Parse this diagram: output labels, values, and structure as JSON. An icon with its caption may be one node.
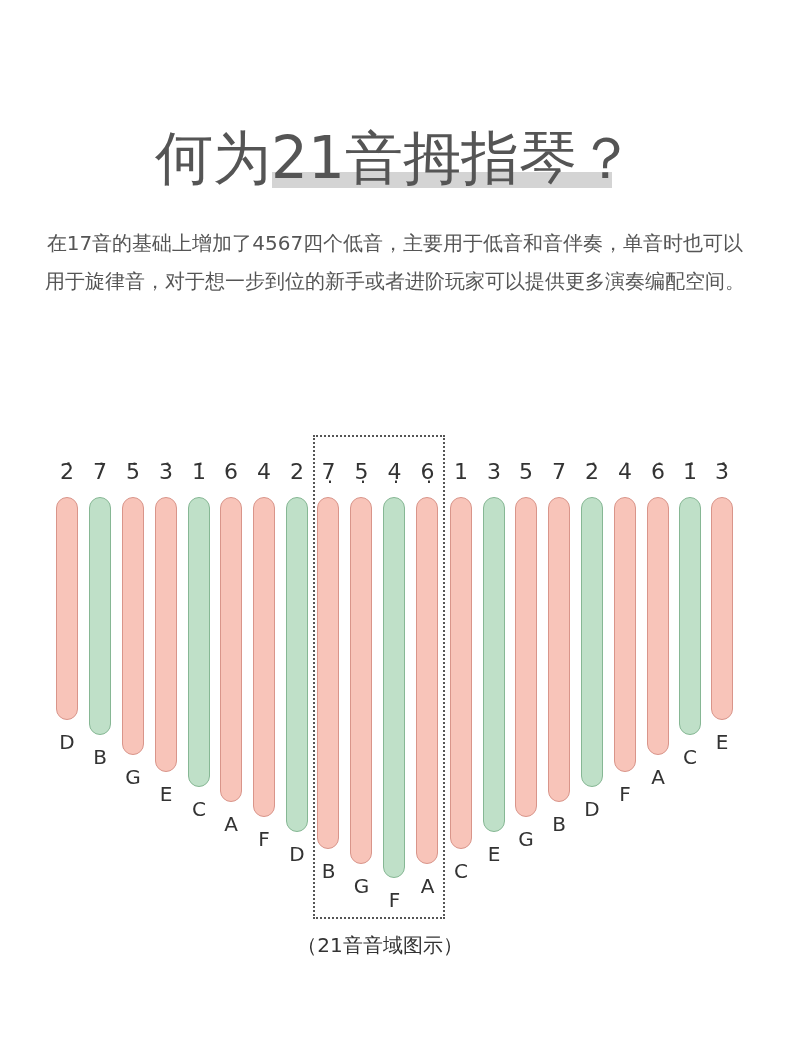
{
  "diagram": {
    "title": "何为21音拇指琴？",
    "nodes": [
      {
        "text": [
          "2̇̇",
          "D"
        ]
      },
      {
        "text": [
          "7̇",
          "B"
        ]
      },
      {
        "text": [
          "5̇",
          "G"
        ]
      },
      {
        "text": [
          "3̇",
          "E"
        ]
      },
      {
        "text": [
          "1̇",
          "C"
        ]
      },
      {
        "text": [
          "6",
          "A"
        ]
      },
      {
        "text": [
          "4",
          "F"
        ]
      },
      {
        "text": [
          "2",
          "D"
        ]
      },
      {
        "text": [],
        "shape": "box"
      },
      {
        "text": [
          "7̣",
          "B"
        ],
        "in": 8
      },
      {
        "text": [
          "5̣",
          "G"
        ],
        "in": 8
      },
      {
        "text": [
          "4̣",
          "F"
        ],
        "in": 8
      },
      {
        "text": [
          "6̣",
          "A"
        ],
        "in": 8
      },
      {
        "text": [
          "1",
          "C"
        ]
      },
      {
        "text": [
          "3",
          "E"
        ]
      },
      {
        "text": [
          "5",
          "G"
        ]
      },
      {
        "text": [
          "7",
          "B"
        ]
      },
      {
        "text": [
          "2̇",
          "D"
        ]
      },
      {
        "text": [
          "4̇",
          "F"
        ]
      },
      {
        "text": [
          "6̇",
          "A"
        ]
      },
      {
        "text": [
          "1̇̇",
          "C"
        ]
      },
      {
        "text": [
          "3̇̇",
          "E"
        ]
      }
    ],
    "labels": [
      "在17音的基础上增加了4567四个低音，主要用于低音和音伴奏，单音时也可以用于旋律音，对于想一步到位的新手或者进阶玩家可以提供更多演奏编配空间。"
    ],
    "caption": "（21音音域图示）"
  }
}
